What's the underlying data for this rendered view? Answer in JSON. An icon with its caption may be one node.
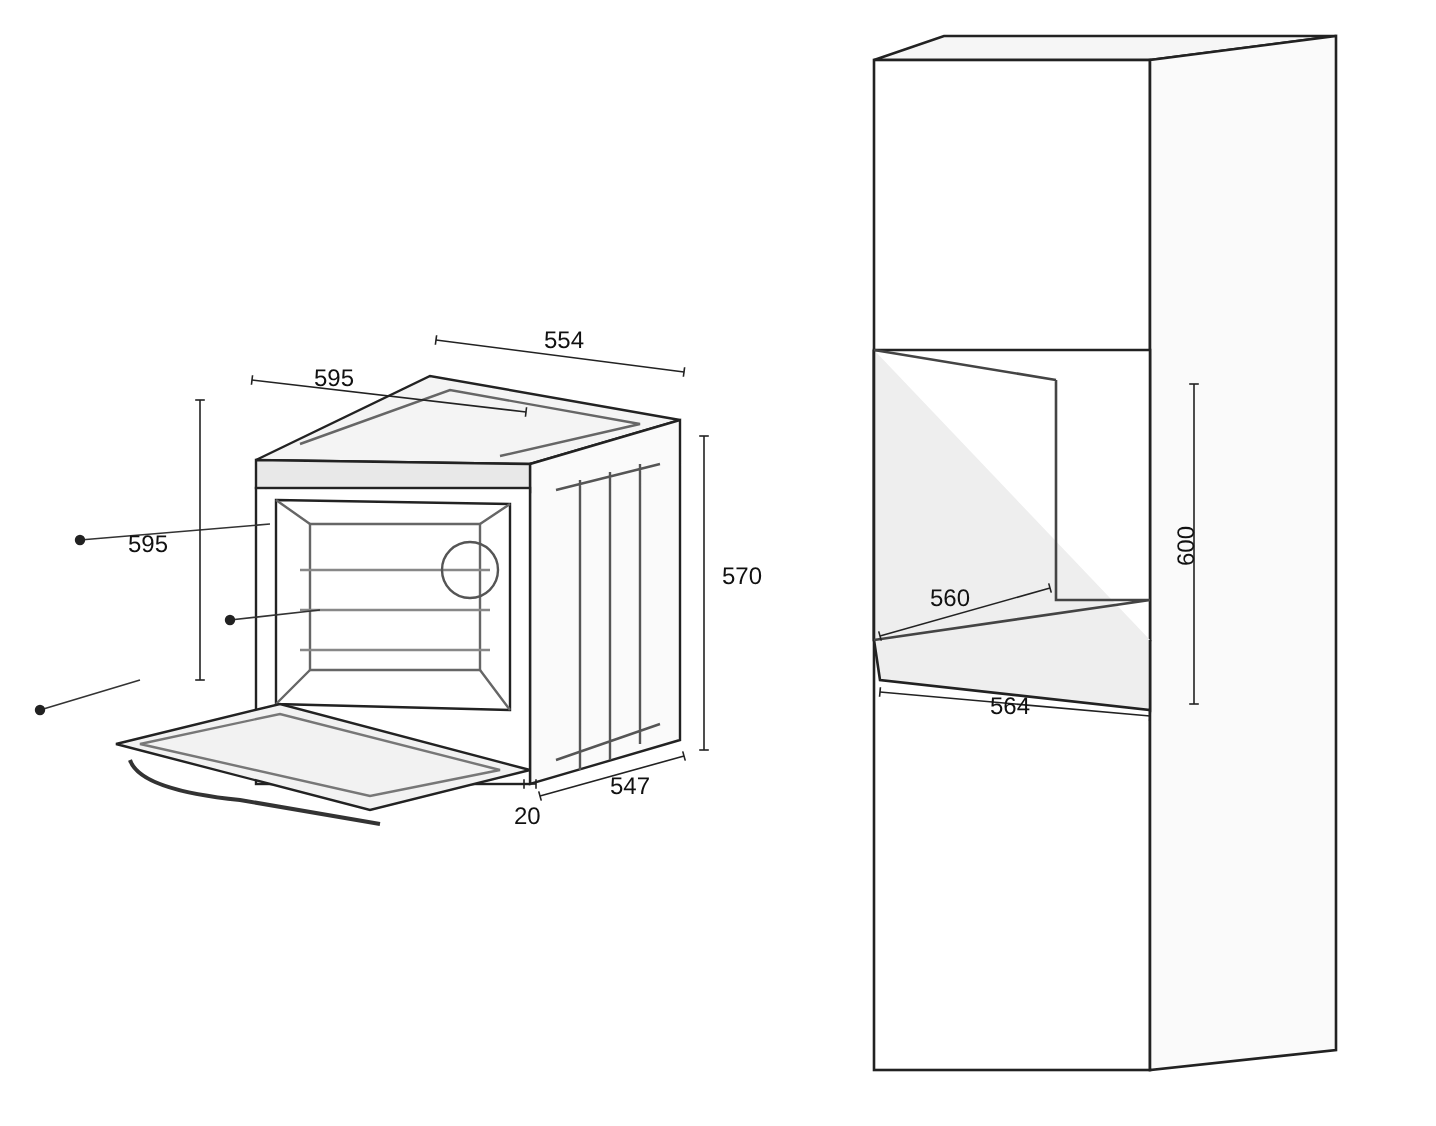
{
  "diagram": {
    "labels": [
      "554",
      "595",
      "595",
      "600",
      "570",
      "560",
      "564",
      "20",
      "547"
    ]
  }
}
